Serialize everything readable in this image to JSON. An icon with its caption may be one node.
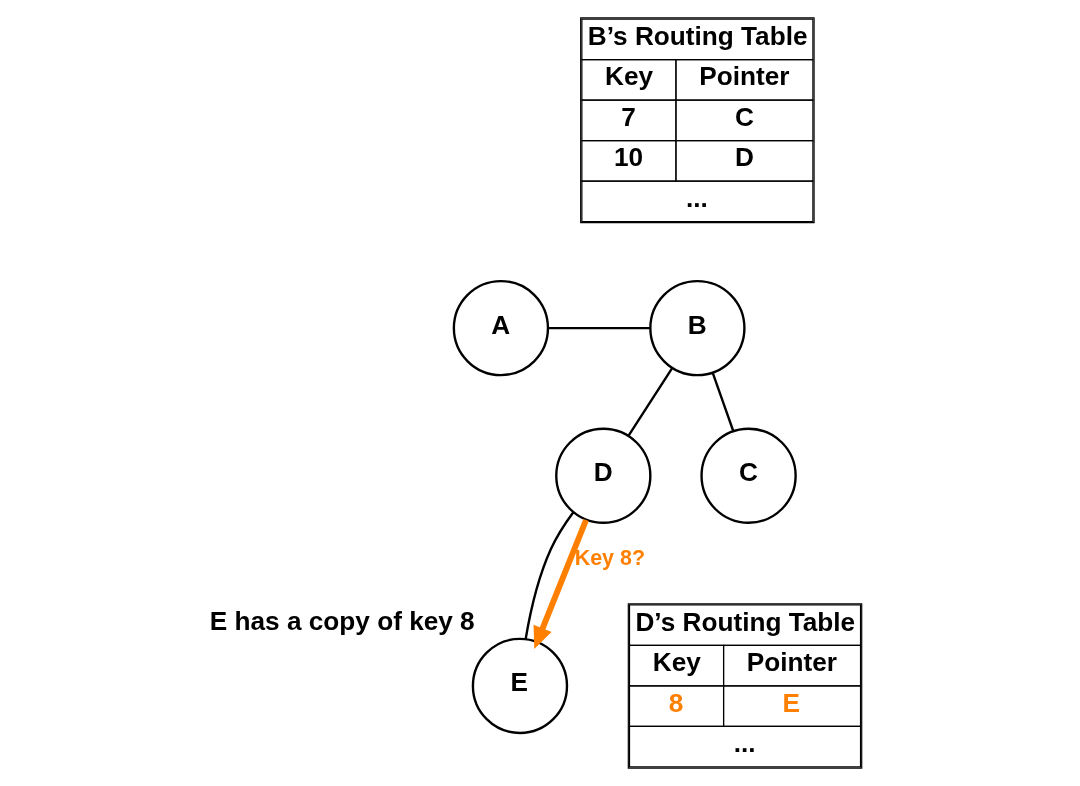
{
  "diagram": {
    "nodes": [
      {
        "text": [
          "B’s Routing Table",
          "Key",
          "Pointer",
          "7",
          "C",
          "10",
          "D",
          "..."
        ]
      },
      {
        "text": [
          "E"
        ],
        "beside": [
          "E has a copy of key 8"
        ]
      },
      {
        "text": [
          "A"
        ]
      },
      {
        "text": [
          "B"
        ]
      },
      {
        "text": [
          "D"
        ]
      },
      {
        "text": [
          "C"
        ]
      },
      {
        "text": [
          "D’s Routing Table",
          "Key",
          "Pointer",
          "8",
          "E",
          "..."
        ]
      }
    ],
    "edges": [
      {
        "from": 2,
        "to": 3,
        "arrow": "none"
      },
      {
        "from": 3,
        "to": 5,
        "arrow": "none"
      },
      {
        "from": 3,
        "to": 4,
        "arrow": "none"
      },
      {
        "from": 4,
        "to": 1,
        "arrow": "none"
      },
      {
        "from": 4,
        "to": 1,
        "arrow": "to",
        "label": "Key 8?",
        "style": "thick",
        "color": "#ff8000"
      }
    ]
  }
}
